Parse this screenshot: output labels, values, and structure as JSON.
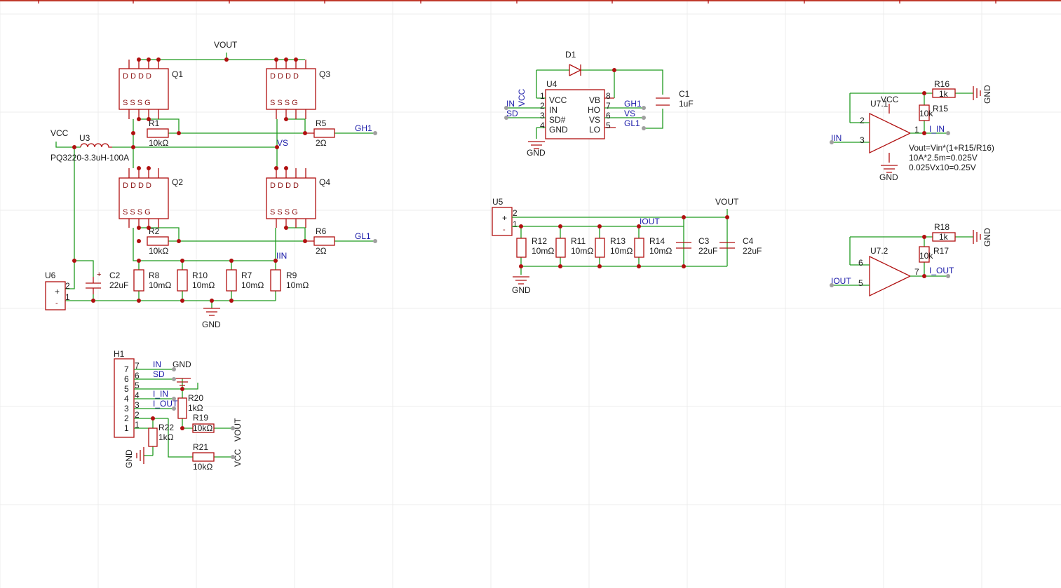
{
  "labels": {
    "vout_top": "VOUT",
    "vcc_left": "VCC",
    "u3": "U3",
    "u3_val": "PQ3220-3.3uH-100A",
    "q1": "Q1",
    "q2": "Q2",
    "q3": "Q3",
    "q4": "Q4",
    "r1": "R1",
    "r1_val": "10kΩ",
    "r2": "R2",
    "r2_val": "10kΩ",
    "r5": "R5",
    "r5_val": "2Ω",
    "r6": "R6",
    "r6_val": "2Ω",
    "gh1": "GH1",
    "gl1": "GL1",
    "vs": "VS",
    "iin_mid": "IIN",
    "u6": "U6",
    "c2": "C2",
    "c2_val": "22uF",
    "r8": "R8",
    "r8_val": "10mΩ",
    "r10": "R10",
    "r10_val": "10mΩ",
    "r7": "R7",
    "r7_val": "10mΩ",
    "r9": "R9",
    "r9_val": "10mΩ",
    "gnd_main": "GND",
    "d1": "D1",
    "u4": "U4",
    "u4_vcc": "VCC",
    "u4_in_net": "IN",
    "u4_sd_net": "SD",
    "u4_gnd": "GND",
    "u4_p_vcc": "VCC",
    "u4_p_in": "IN",
    "u4_p_sd": "SD#",
    "u4_p_gnd": "GND",
    "u4_p_vb": "VB",
    "u4_p_ho": "HO",
    "u4_p_vs": "VS",
    "u4_p_lo": "LO",
    "u4_gh1": "GH1",
    "u4_vs": "VS",
    "u4_gl1": "GL1",
    "c1": "C1",
    "c1_val": "1uF",
    "u5": "U5",
    "vout_u5": "VOUT",
    "iout_net": "IOUT",
    "r12": "R12",
    "r12_val": "10mΩ",
    "r11": "R11",
    "r11_val": "10mΩ",
    "r13": "R13",
    "r13_val": "10mΩ",
    "r14": "R14",
    "r14_val": "10mΩ",
    "c3": "C3",
    "c3_val": "22uF",
    "c4": "C4",
    "c4_val": "22uF",
    "gnd_u5": "GND",
    "u71": "U7.1",
    "u71_vcc": "VCC",
    "r16": "R16",
    "r16_val": "1k",
    "gnd_r16": "GND",
    "r15": "R15",
    "r15_val": "10k",
    "i_in": "I_IN",
    "iin_u7": "IIN",
    "gnd_u7": "GND",
    "note1": "Vout=Vin*(1+R15/R16)",
    "note2": "10A*2.5m=0.025V",
    "note3": "0.025Vx10=0.25V",
    "u72": "U7.2",
    "r18": "R18",
    "r18_val": "1k",
    "gnd_r18": "GND",
    "r17": "R17",
    "r17_val": "10k",
    "i_out": "I_OUT",
    "iout_u7": "IOUT",
    "h1": "H1",
    "h1_in": "IN",
    "h1_gnd": "GND",
    "h1_sd": "SD",
    "h1_iin": "I_IN",
    "h1_iout": "I_OUT",
    "r20": "R20",
    "r20_val": "1kΩ",
    "r19": "R19",
    "r19_val": "10kΩ",
    "h1_vout": "VOUT",
    "r22": "R22",
    "r22_val": "1kΩ",
    "r21": "R21",
    "r21_val": "10kΩ",
    "h1_vcc": "VCC",
    "h1_gnd2": "GND"
  },
  "colors": {
    "wire": "#1f9a1f",
    "symbol": "#b01010",
    "net": "#1a1aa8",
    "grid": "#ececec"
  }
}
